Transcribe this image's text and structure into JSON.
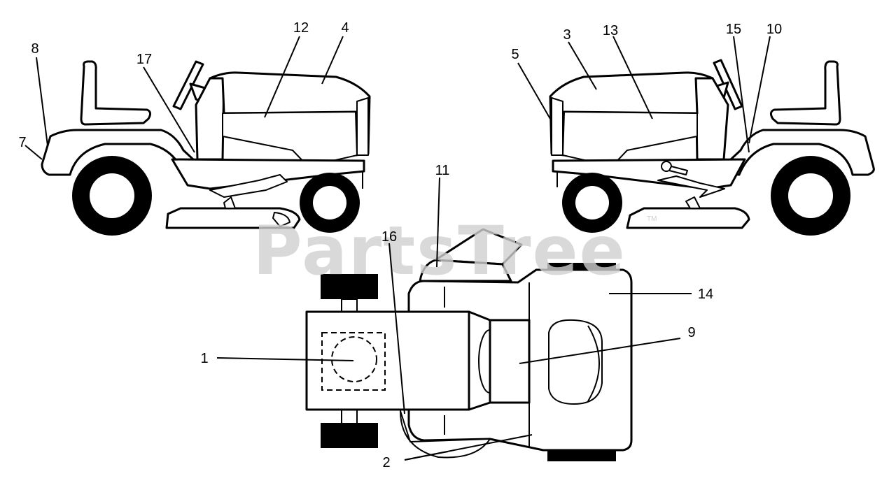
{
  "callouts": {
    "c1": "1",
    "c2": "2",
    "c3": "3",
    "c4": "4",
    "c5": "5",
    "c7": "7",
    "c8": "8",
    "c9": "9",
    "c10": "10",
    "c11": "11",
    "c12": "12",
    "c13": "13",
    "c14": "14",
    "c15": "15",
    "c16": "16",
    "c17": "17"
  },
  "watermark": {
    "text": "PartsTree",
    "trademark": "TM",
    "color": "#cfcfcf"
  },
  "colors": {
    "line": "#000000",
    "background": "#ffffff"
  }
}
